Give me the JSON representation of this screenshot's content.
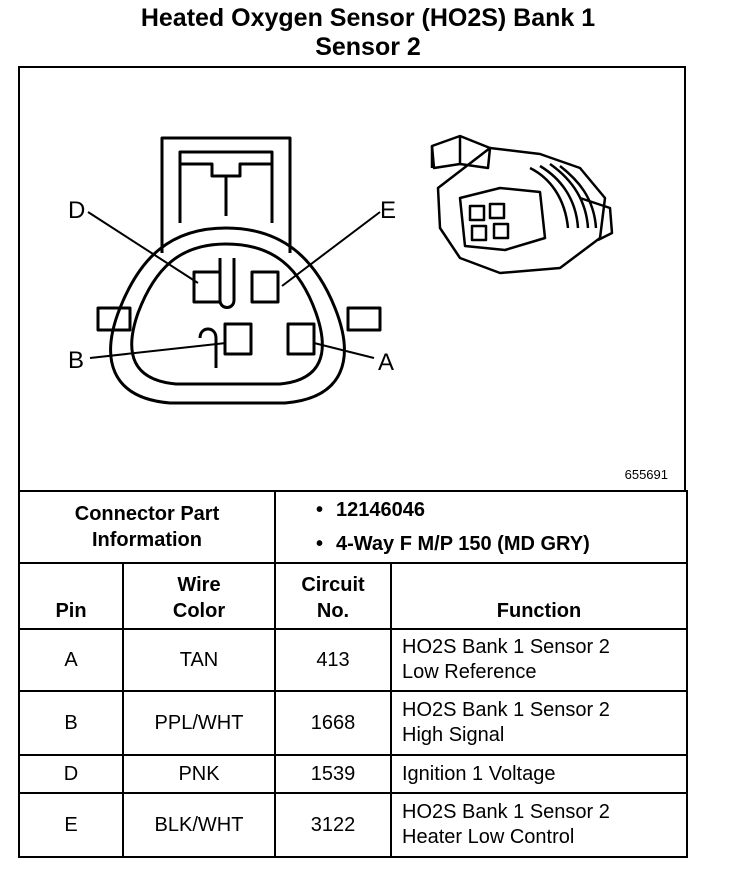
{
  "title": {
    "line1": "Heated Oxygen Sensor (HO2S) Bank 1",
    "line2": "Sensor 2"
  },
  "diagram": {
    "figure_id": "655691",
    "pin_labels": {
      "D": "D",
      "E": "E",
      "B": "B",
      "A": "A"
    }
  },
  "connector_info": {
    "label_line1": "Connector Part",
    "label_line2": "Information",
    "values": [
      "12146046",
      "4-Way F M/P 150 (MD GRY)"
    ],
    "bullet": "•"
  },
  "table": {
    "headers": {
      "pin": "Pin",
      "wire_color_1": "Wire",
      "wire_color_2": "Color",
      "circuit_1": "Circuit",
      "circuit_2": "No.",
      "function": "Function"
    },
    "rows": [
      {
        "pin": "A",
        "wire": "TAN",
        "circuit": "413",
        "function_1": "HO2S Bank 1 Sensor 2",
        "function_2": "Low Reference"
      },
      {
        "pin": "B",
        "wire": "PPL/WHT",
        "circuit": "1668",
        "function_1": "HO2S Bank 1 Sensor 2",
        "function_2": "High Signal"
      },
      {
        "pin": "D",
        "wire": "PNK",
        "circuit": "1539",
        "function_1": "Ignition 1 Voltage",
        "function_2": ""
      },
      {
        "pin": "E",
        "wire": "BLK/WHT",
        "circuit": "3122",
        "function_1": "HO2S Bank 1 Sensor 2",
        "function_2": "Heater Low Control"
      }
    ]
  }
}
